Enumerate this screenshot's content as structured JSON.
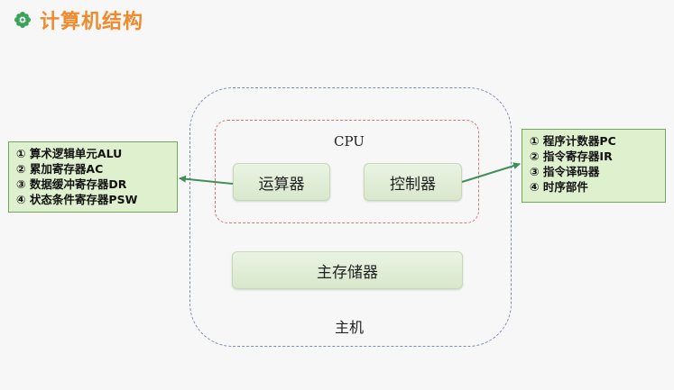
{
  "header": {
    "title": "计算机结构",
    "icon": "flower-icon",
    "title_color": "#ef8a2d"
  },
  "diagram": {
    "cpu_label": "CPU",
    "host_label": "主机",
    "alu_label": "运算器",
    "controller_label": "控制器",
    "memory_label": "主存储器",
    "alu_components": [
      "① 算术逻辑单元ALU",
      "② 累加寄存器AC",
      "③ 数据缓冲寄存器DR",
      "④ 状态条件寄存器PSW"
    ],
    "controller_components": [
      "① 程序计数器PC",
      "② 指令寄存器IR",
      "③ 指令译码器",
      "④ 时序部件"
    ]
  }
}
